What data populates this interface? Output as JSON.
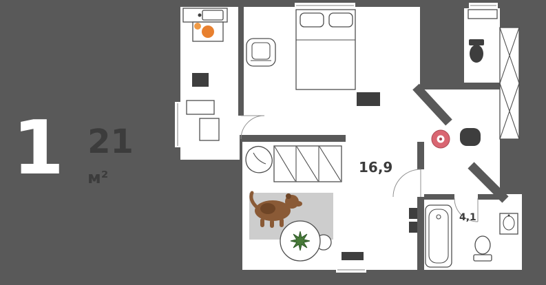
{
  "card": {
    "rooms_count": "1",
    "area_value": "21",
    "area_unit": "м²"
  },
  "floor_plan": {
    "labels": {
      "room_area": "16,9",
      "bathroom_area": "4,1"
    },
    "icons": [
      "kitchen-sink-icon",
      "stove-icon",
      "tv-icon",
      "armchair-icon",
      "bed-icon",
      "wardrobe-icon",
      "accent-chair-icon",
      "rug",
      "dog-icon",
      "dining-table-icon",
      "plant-icon",
      "pink-table-icon",
      "bathtub-icon",
      "toilet-icon",
      "washbasin-icon",
      "washer-icon",
      "radiator-icon",
      "ventilation-shaft-icon",
      "window",
      "door-arc"
    ],
    "colors": {
      "background": "#595959",
      "room_fill": "#ffffff",
      "furniture_outline": "#4d4d4d",
      "dark_fixture": "#3e3e3e",
      "burner_orange": "#e8802f",
      "burner_orange_light": "#f09a45",
      "table_pink": "#d96672",
      "table_pink_dark": "#a84752",
      "plant_green": "#477a38",
      "plant_green_dark": "#2f5a28",
      "dog_brown": "#8a5a36",
      "dog_brown_dark": "#6f4526",
      "rug_gray": "#cdcdcd",
      "label_text": "#3c3c3c",
      "window_line": "#9a9a9a"
    }
  }
}
